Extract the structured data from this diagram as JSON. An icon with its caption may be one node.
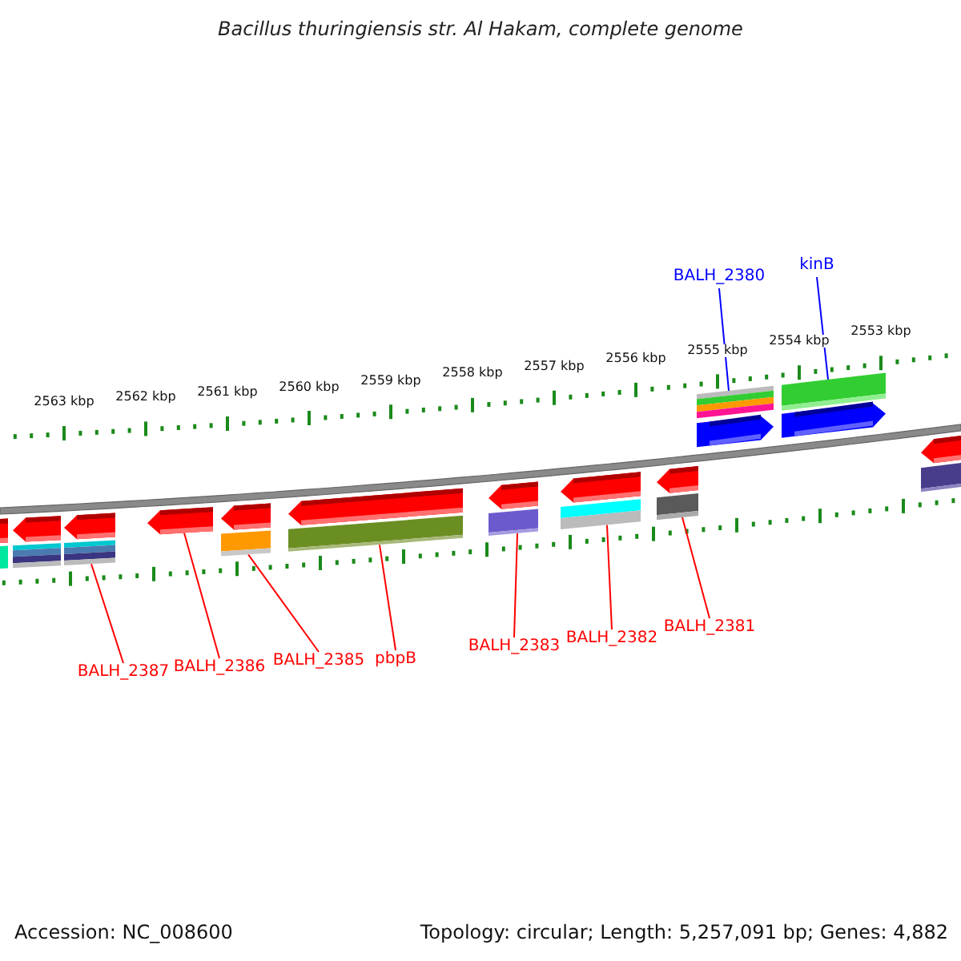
{
  "diagram": {
    "title": "Bacillus thuringiensis str. Al Hakam, complete genome",
    "nodes": [
      {
        "text": [
          "BALH_2380"
        ]
      },
      {
        "text": [
          "kinB"
        ]
      },
      {
        "text": [
          "BALH_2387"
        ]
      },
      {
        "text": [
          "BALH_2386"
        ]
      },
      {
        "text": [
          "BALH_2385"
        ]
      },
      {
        "text": [
          "pbpB"
        ]
      },
      {
        "text": [
          "BALH_2383"
        ]
      },
      {
        "text": [
          "BALH_2382"
        ]
      },
      {
        "text": [
          "BALH_2381"
        ]
      },
      {
        "text": [],
        "shape": "arrow"
      },
      {
        "text": [],
        "shape": "arrow"
      },
      {
        "text": [],
        "shape": "arrow"
      },
      {
        "text": [],
        "shape": "arrow"
      },
      {
        "text": [],
        "shape": "arrow"
      },
      {
        "text": [],
        "shape": "arrow"
      },
      {
        "text": [],
        "shape": "arrow"
      },
      {
        "text": [],
        "shape": "arrow"
      },
      {
        "text": [],
        "shape": "arrow"
      },
      {
        "text": [],
        "shape": "arrow"
      },
      {
        "text": [],
        "shape": "arrow"
      },
      {
        "text": [],
        "shape": "arrow"
      }
    ],
    "edges": [
      {
        "from": 2,
        "to": 11,
        "arrow": "none"
      },
      {
        "from": 3,
        "to": 12,
        "arrow": "none"
      },
      {
        "from": 4,
        "to": 13,
        "arrow": "none"
      },
      {
        "from": 5,
        "to": 14,
        "arrow": "none"
      },
      {
        "from": 6,
        "to": 15,
        "arrow": "none"
      },
      {
        "from": 7,
        "to": 16,
        "arrow": "none"
      },
      {
        "from": 8,
        "to": 17,
        "arrow": "none"
      },
      {
        "from": 0,
        "to": 18,
        "arrow": "none",
        "color": "#0000ff"
      },
      {
        "from": 1,
        "to": 19,
        "arrow": "none",
        "color": "#0000ff"
      }
    ],
    "labels": [
      "2563 kbp",
      "2562 kbp",
      "2561 kbp",
      "2560 kbp",
      "2559 kbp",
      "2558 kbp",
      "2557 kbp",
      "2556 kbp",
      "2555 kbp",
      "2554 kbp",
      "2553 kbp",
      "Accession: NC_008600",
      "Topology: circular; Length: 5,257,091 bp; Genes: 4,882"
    ]
  }
}
